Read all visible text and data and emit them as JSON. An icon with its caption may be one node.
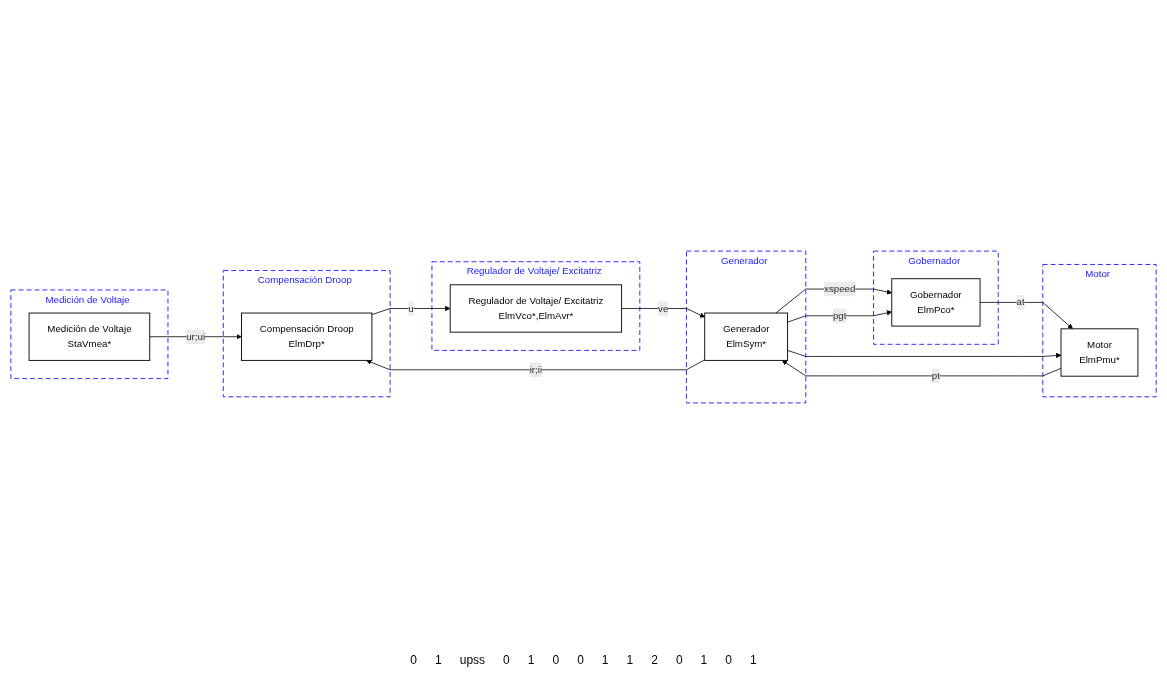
{
  "diagram": {
    "nodes": [
      {
        "text": [
          "Medición de Voltaje"
        ]
      },
      {
        "text": [
          "Medición de Voltaje",
          "StaVmea*"
        ],
        "in": 0
      },
      {
        "text": [
          "Compensación Droop"
        ]
      },
      {
        "text": [
          "Compensación Droop",
          "ElmDrp*"
        ],
        "in": 2
      },
      {
        "text": [
          "Regulador de Voltaje/ Excitatriz"
        ]
      },
      {
        "text": [
          "Regulador de Voltaje/ Excitatriz",
          "ElmVco*,ElmAvr*"
        ],
        "in": 4
      },
      {
        "text": [
          "Generador"
        ]
      },
      {
        "text": [
          "Generador",
          "ElmSym*"
        ],
        "in": 6
      },
      {
        "text": [
          "Gobernador"
        ]
      },
      {
        "text": [
          "Gobernador",
          "ElmPco*"
        ],
        "in": 8
      },
      {
        "text": [
          "Motor"
        ]
      },
      {
        "text": [
          "Motor",
          "ElmPmu*"
        ],
        "in": 10
      }
    ],
    "edges": [
      {
        "from": 1,
        "to": 3,
        "arrow": "to",
        "label": "ur;ui"
      },
      {
        "from": 3,
        "to": 5,
        "arrow": "to",
        "label": "u"
      },
      {
        "from": 5,
        "to": 7,
        "arrow": "to",
        "label": "ve"
      },
      {
        "from": 7,
        "to": 3,
        "arrow": "to",
        "label": "ir;ii"
      },
      {
        "from": 9,
        "to": 11,
        "arrow": "to",
        "label": "at"
      },
      {
        "from": 11,
        "to": 7,
        "arrow": "to",
        "label": "pt"
      },
      {
        "from": 7,
        "to": 9,
        "arrow": "to",
        "label": "xspeed"
      },
      {
        "from": 7,
        "to": 11,
        "arrow": "to"
      },
      {
        "from": 7,
        "to": 9,
        "arrow": "to",
        "label": "pgt"
      }
    ],
    "labels": [
      "0",
      "1",
      "upss",
      "0",
      "1",
      "0",
      "0",
      "1",
      "1",
      "2",
      "0",
      "1",
      "0",
      "1"
    ]
  }
}
